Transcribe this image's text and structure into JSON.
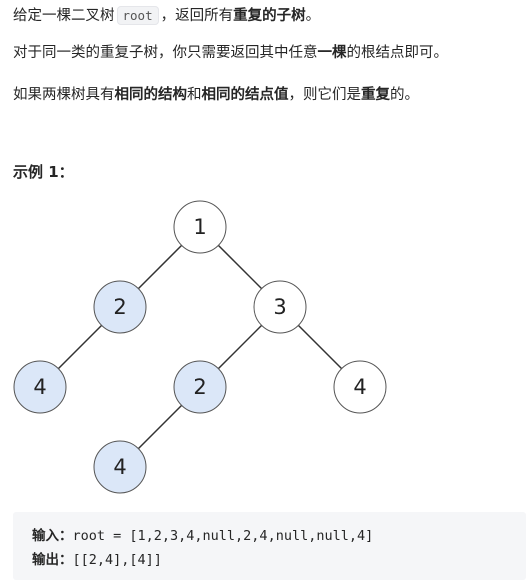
{
  "description": {
    "p1": {
      "pre": "给定一棵二叉树",
      "code": "root",
      "mid": "，返回所有",
      "bold": "重复的子树",
      "post": "。"
    },
    "p2": {
      "pre": "对于同一类的重复子树，你只需要返回其中任意",
      "bold": "一棵",
      "post": "的根结点即可。"
    },
    "p3": {
      "pre": "如果两棵树具有",
      "bold1": "相同的结构",
      "mid1": "和",
      "bold2": "相同的结点值",
      "mid2": "，则它们是",
      "bold3": "重复",
      "post": "的。"
    }
  },
  "example": {
    "heading": "示例 1：",
    "input_label": "输入：",
    "input_value": "root = [1,2,3,4,null,2,4,null,null,4]",
    "output_label": "输出：",
    "output_value": "[[2,4],[4]]"
  },
  "tree": {
    "highlight_color": "#dbe7f8",
    "normal_color": "#ffffff",
    "nodes": [
      {
        "id": "n1",
        "value": "1",
        "highlighted": false
      },
      {
        "id": "n2",
        "value": "2",
        "highlighted": true
      },
      {
        "id": "n3",
        "value": "3",
        "highlighted": false
      },
      {
        "id": "n4a",
        "value": "4",
        "highlighted": true
      },
      {
        "id": "n2b",
        "value": "2",
        "highlighted": true
      },
      {
        "id": "n4b",
        "value": "4",
        "highlighted": false
      },
      {
        "id": "n4c",
        "value": "4",
        "highlighted": true
      }
    ],
    "edges": [
      [
        "n1",
        "n2"
      ],
      [
        "n1",
        "n3"
      ],
      [
        "n2",
        "n4a"
      ],
      [
        "n3",
        "n2b"
      ],
      [
        "n3",
        "n4b"
      ],
      [
        "n2b",
        "n4c"
      ]
    ]
  }
}
